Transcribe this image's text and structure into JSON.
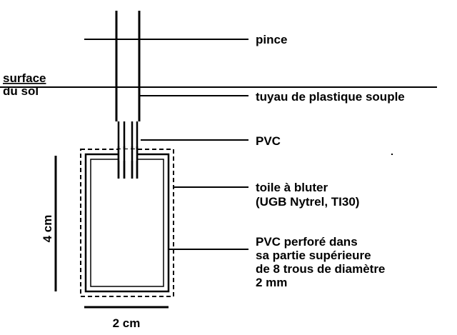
{
  "labels": {
    "pince": "pince",
    "surface": "surface",
    "du_sol": "du sol",
    "tuyau": "tuyau de plastique souple",
    "pvc": "PVC",
    "toile_line1": "toile à bluter",
    "toile_line2": "(UGB Nytrel, TI30)",
    "perfore_line1": "PVC perforé dans",
    "perfore_line2": "sa partie supérieure",
    "perfore_line3": "de 8 trous de diamètre",
    "perfore_line4": "2 mm",
    "scale_height": "4 cm",
    "scale_width": "2 cm"
  }
}
